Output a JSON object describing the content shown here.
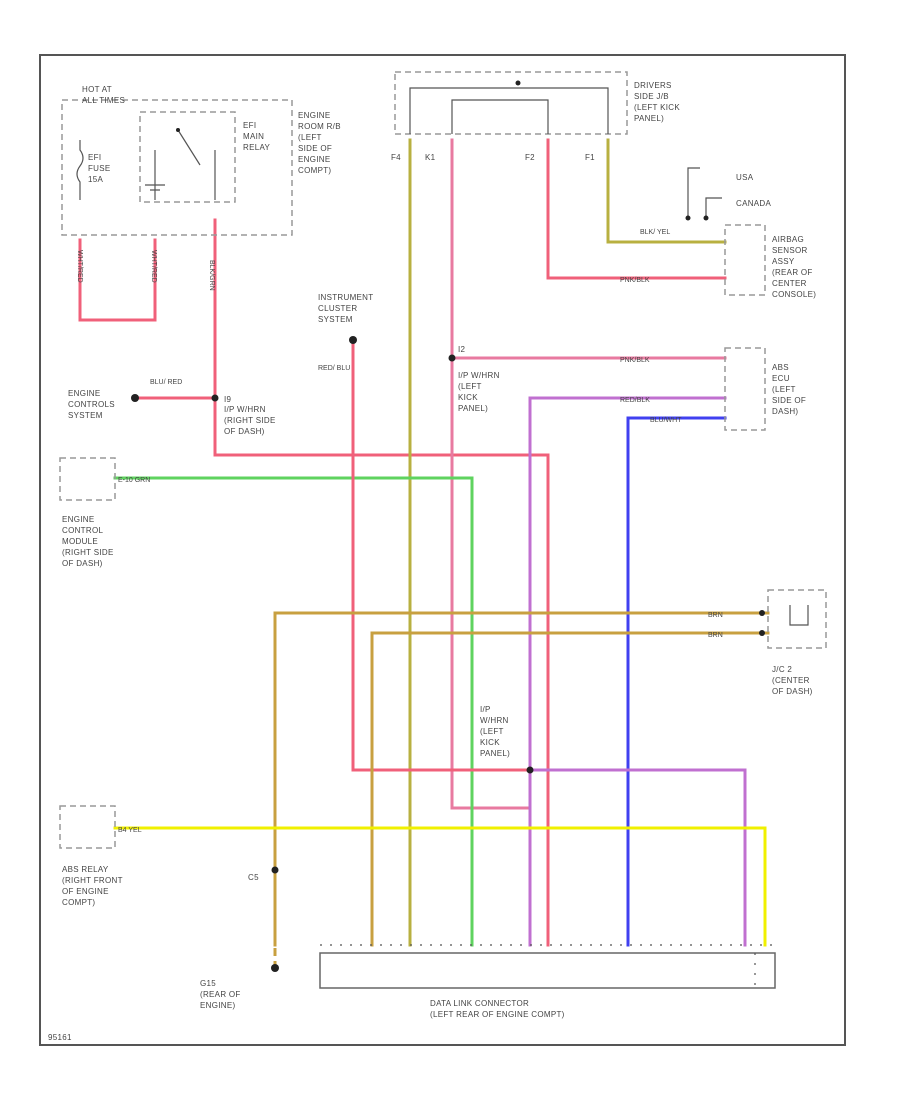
{
  "colors": {
    "red": "#f0607a",
    "pink": "#e87aa0",
    "green": "#5fd35f",
    "yellow": "#f0f000",
    "olive": "#b8b040",
    "tan": "#c8a040",
    "violet": "#c070d0",
    "blue": "#4040f0"
  },
  "labels": {
    "hot_at": [
      "HOT AT",
      "ALL TIMES"
    ],
    "efi_fuse": [
      "EFI",
      "FUSE",
      "15A"
    ],
    "efi_relay": [
      "EFI",
      "MAIN",
      "RELAY"
    ],
    "engine_room_rb": [
      "ENGINE",
      "ROOM R/B",
      "(LEFT",
      "SIDE OF",
      "ENGINE",
      "COMPT)"
    ],
    "drivers_side_jb": [
      "DRIVERS",
      "SIDE J/B",
      "(LEFT KICK",
      "PANEL)"
    ],
    "usa": "USA",
    "canada": "CANADA",
    "airbag_sensor": [
      "AIRBAG",
      "SENSOR",
      "ASSY",
      "(REAR OF",
      "CENTER",
      "CONSOLE)"
    ],
    "instrument_cluster": [
      "INSTRUMENT",
      "CLUSTER",
      "SYSTEM"
    ],
    "engine_controls": [
      "ENGINE",
      "CONTROLS",
      "SYSTEM"
    ],
    "ip_right": [
      "I/P W/HRN",
      "(RIGHT SIDE",
      "OF DASH)"
    ],
    "ip_left": [
      "I/P W/HRN",
      "(LEFT",
      "KICK",
      "PANEL)"
    ],
    "abs_ecu": [
      "ABS",
      "ECU",
      "(LEFT",
      "SIDE OF",
      "DASH)"
    ],
    "ecm": [
      "ENGINE",
      "CONTROL",
      "MODULE",
      "(RIGHT SIDE",
      "OF DASH)"
    ],
    "jc2": [
      "J/C 2",
      "(CENTER",
      "OF DASH)"
    ],
    "ip_left2": [
      "I/P",
      "W/HRN",
      "(LEFT",
      "KICK",
      "PANEL)"
    ],
    "abs_relay": [
      "ABS RELAY",
      "(RIGHT FRONT",
      "OF ENGINE",
      "COMPT)"
    ],
    "g15": [
      "G15",
      "(REAR OF",
      "ENGINE)"
    ],
    "dlc": [
      "DATA LINK CONNECTOR",
      "(LEFT REAR OF ENGINE COMPT)"
    ],
    "footer": "95161"
  },
  "wire_labels": {
    "wht_red_1": "WHT/RED",
    "wht_red_2": "WHT/RED",
    "blk_grn_1": "BLK/GRN",
    "blu_red": "BLU/ RED",
    "red_blu": "RED/ BLU",
    "eb_grn": "E-10  GRN",
    "tan_1": "BRN",
    "tan_2": "BRN",
    "yel": "B4  YEL",
    "blk_yel": "BLK/ YEL",
    "pnk_blk": "PNK/BLK",
    "pnk_blk2": "PNK/BLK",
    "red_blk": "RED/BLK",
    "blu_wht": "BLU/WHT",
    "c10": "C5"
  },
  "terminals": {
    "f4": "F4",
    "k1": "K1",
    "f2": "F2",
    "f1": "F1",
    "i2": "I2",
    "i9": "I9"
  }
}
